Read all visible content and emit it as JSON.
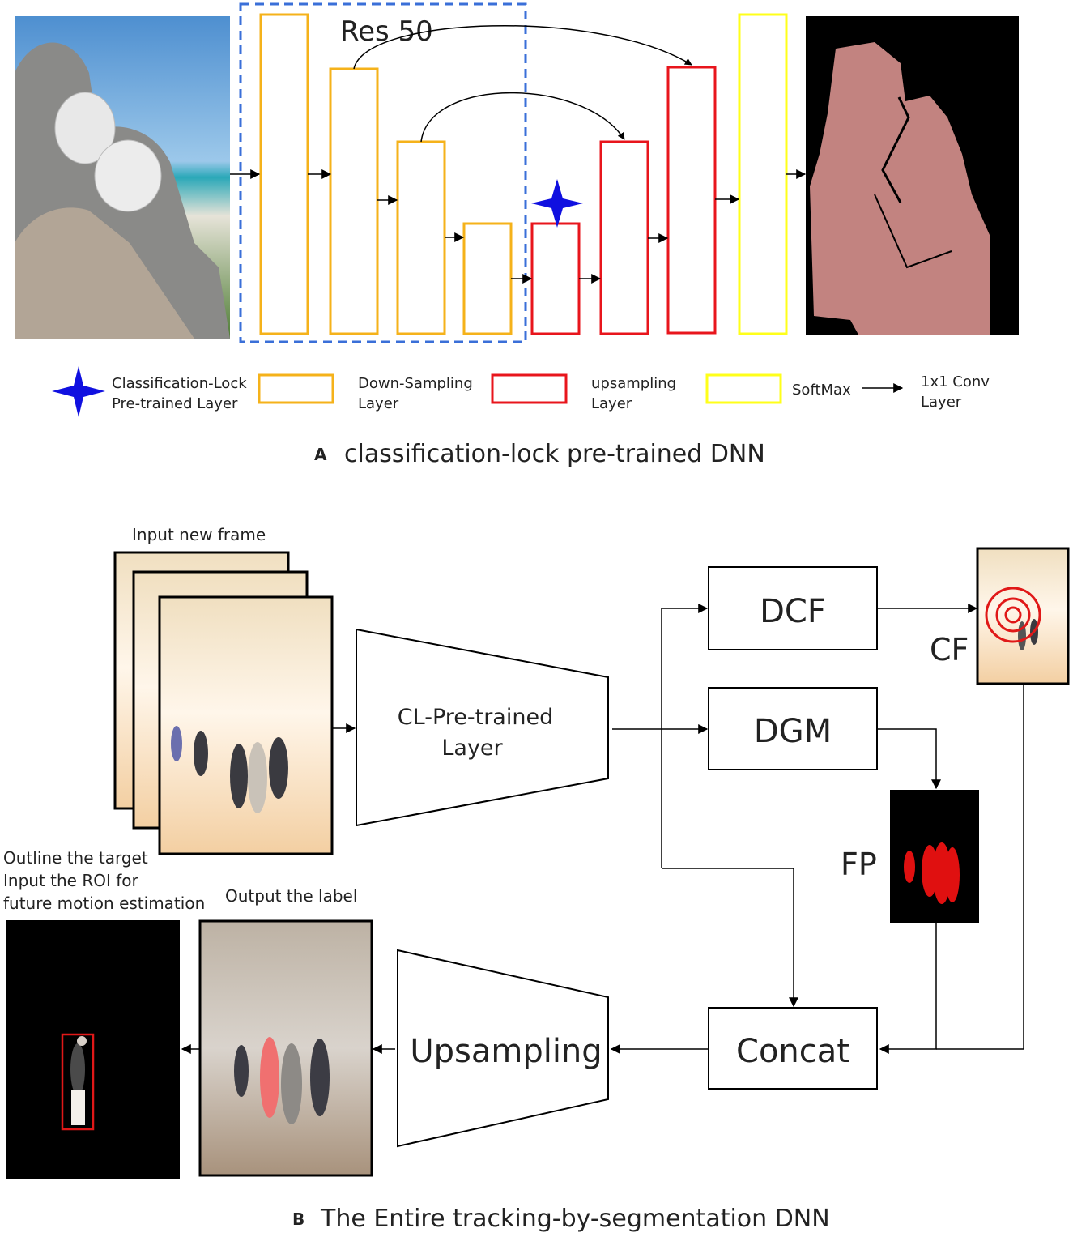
{
  "panel_a": {
    "letter": "A",
    "caption": "classification-lock pre-trained DNN",
    "res_label": "Res 50",
    "legend": {
      "star_line1": "Classification-Lock",
      "star_line2": "Pre-trained Layer",
      "down_line1": "Down-Sampling",
      "down_line2": "Layer",
      "up_line1": "upsampling",
      "up_line2": "Layer",
      "softmax": "SoftMax",
      "conv_line1": "1x1 Conv",
      "conv_line2": "Layer"
    },
    "colors": {
      "downsampling": "#f5b21a",
      "upsampling": "#e8151c",
      "softmax": "#ffff1a",
      "res_box": "#3a6fd8",
      "star": "#1010e0",
      "segmentation_mask": "#c28380"
    }
  },
  "panel_b": {
    "letter": "B",
    "caption": "The Entire tracking-by-segmentation DNN",
    "input_label": "Input new frame",
    "encoder_label_line1": "CL-Pre-trained",
    "encoder_label_line2": "Layer",
    "dcf": "DCF",
    "dgm": "DGM",
    "cf": "CF",
    "fp": "FP",
    "concat": "Concat",
    "upsampling": "Upsampling",
    "output_label": "Output the label",
    "outline_line1": "Outline the target",
    "outline_line2": "Input the ROI for",
    "outline_line3": "future motion estimation",
    "colors": {
      "target_rings": "#e01818",
      "fp_mask": "#e01010"
    }
  }
}
